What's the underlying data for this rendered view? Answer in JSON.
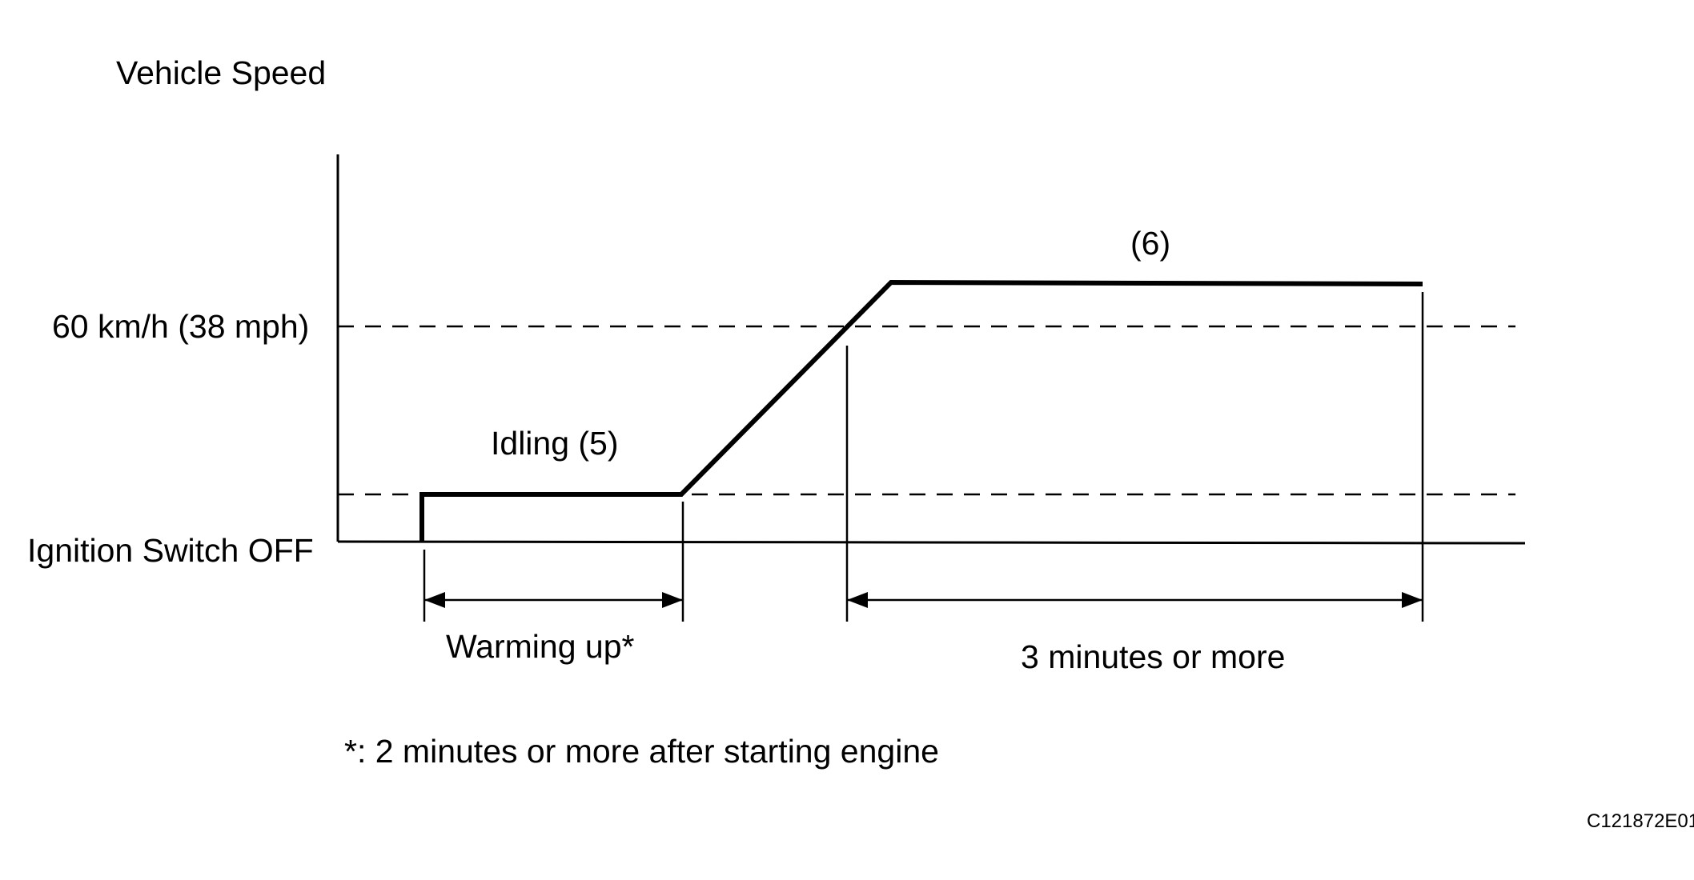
{
  "diagram": {
    "y_axis_label": "Vehicle Speed",
    "speed_level_label": "60 km/h (38 mph)",
    "baseline_label": "Ignition Switch OFF",
    "idling_label": "Idling (5)",
    "step6_label": "(6)",
    "warming_label": "Warming up*",
    "duration_label": "3 minutes or more",
    "footnote": "*: 2 minutes or more after starting engine",
    "figure_code": "C121872E01"
  }
}
